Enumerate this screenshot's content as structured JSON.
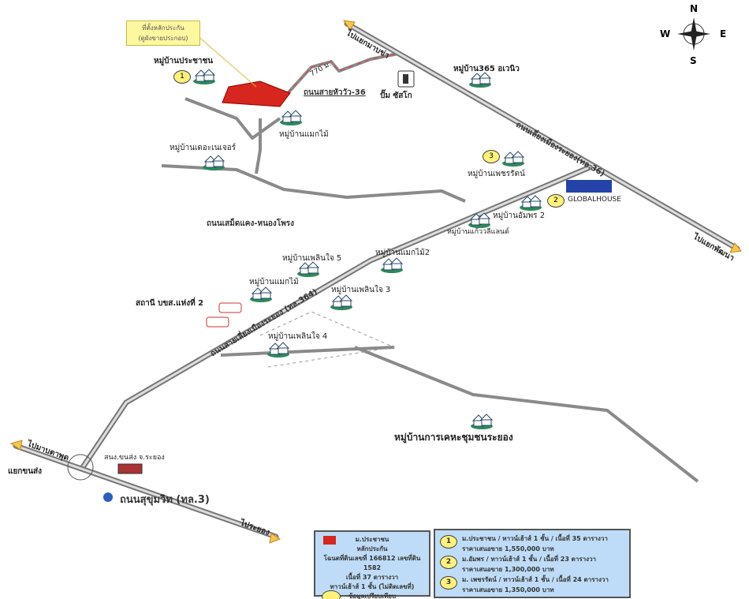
{
  "callout": {
    "line1": "ที่ตั้งหลักประกัน",
    "line2": "(ดูผังขายประกอบ)"
  },
  "roads": {
    "hwy36": "ถนนเลี่ยงเมืองระยอง(ทล.36)",
    "hwy364": "ถนนสายเลี่ยงเมืองระยอง (ทล.364)",
    "huawua": "ถนนสายหัววัว-36",
    "samaedkhaeng": "ถนนเสม็ดแคง-หนองโพรง",
    "sukhumvit": "ถนนสุขุมวิท (ทล.3)",
    "distance": "770 ม."
  },
  "directions": {
    "map_kha": "ไปแยกมาบข่า",
    "phatthana": "ไปแยกพัฒนา",
    "map_ta_phut": "ไปมาบตาพุด",
    "rayong": "ไประยอง",
    "junction": "แยกขนส่ง"
  },
  "places": {
    "prachachon": "หมู่บ้านประชาชน",
    "avenue365": "หมู่บ้าน365 อเวนิว",
    "gas": "ปั๊ม ซัสโก",
    "makmai": "หมู่บ้านแมกไม้",
    "nature": "หมู่บ้านเดอะเนเจอร์",
    "petcharat": "หมู่บ้านเพชรรัตน์",
    "globalhouse": "GLOBALHOUSE",
    "amporn": "หมู่บ้านอัมพร 2",
    "kaewwalee": "หมู่บ้านแก้ววลีแลนด์",
    "makmai2": "หมู่บ้านแมกไม้2",
    "ploenjai5": "หมู่บ้านเพลินใจ 5",
    "makmai_b": "หมู่บ้านแมกไม้",
    "ploenjai3": "หมู่บ้านเพลินใจ 3",
    "bus": "สถานี บขส.แห่งที่ 2",
    "ploenjai4": "หมู่บ้านเพลินใจ 4",
    "kheha": "หมู่บ้านการเคหะชุมชนระยอง",
    "transport_office": "สนง.ขนส่ง จ.ระยอง"
  },
  "markers": [
    "1",
    "2",
    "3"
  ],
  "compass": {
    "n": "N",
    "e": "E",
    "s": "S",
    "w": "W"
  },
  "legend_left": {
    "l1": "ม.ประชาชน",
    "l2": "หลักประกัน",
    "l3": "โฉนดที่ดินเลขที่ 166812 เลขที่ดิน 1582",
    "l4": "เนื้อที่ 37 ตารางวา",
    "l5": "ทาวน์เฮ้าส์ 1 ชั้น (ไม่ติดเลขที่)",
    "l6": "ข้อมูลเปรียบเทียบ"
  },
  "legend_right": [
    {
      "num": "1",
      "desc": "ม.ประชาชน / ทาวน์เฮ้าส์ 1 ชั้น / เนื้อที่ 35 ตารางวา",
      "price": "ราคาเสนอขาย 1,550,000 บาท"
    },
    {
      "num": "2",
      "desc": "ม.อัมพร / ทาวน์เฮ้าส์ 1 ชั้น / เนื้อที่ 23 ตารางวา",
      "price": "ราคาเสนอขาย 1,300,000 บาท"
    },
    {
      "num": "3",
      "desc": "ม. เพชรรัตน์ / ทาวน์เฮ้าส์ 1 ชั้น / เนื้อที่ 24 ตารางวา",
      "price": "ราคาเสนอขาย 1,350,000 บาท"
    }
  ],
  "colors": {
    "subject": "#d7261e",
    "legend_bg": "#bedcf7",
    "marker": "#fff27a"
  }
}
